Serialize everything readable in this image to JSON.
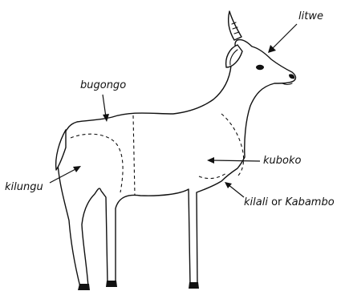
{
  "labels": {
    "litwe": "litwe",
    "bugongo": "bugongo",
    "kuboko": "kuboko",
    "kilungu": "kilungu",
    "kilali": "kilali",
    "or": "or",
    "kabambo": "Kabambo"
  },
  "colors": {
    "ink": "#111111",
    "paper": "#ffffff"
  }
}
